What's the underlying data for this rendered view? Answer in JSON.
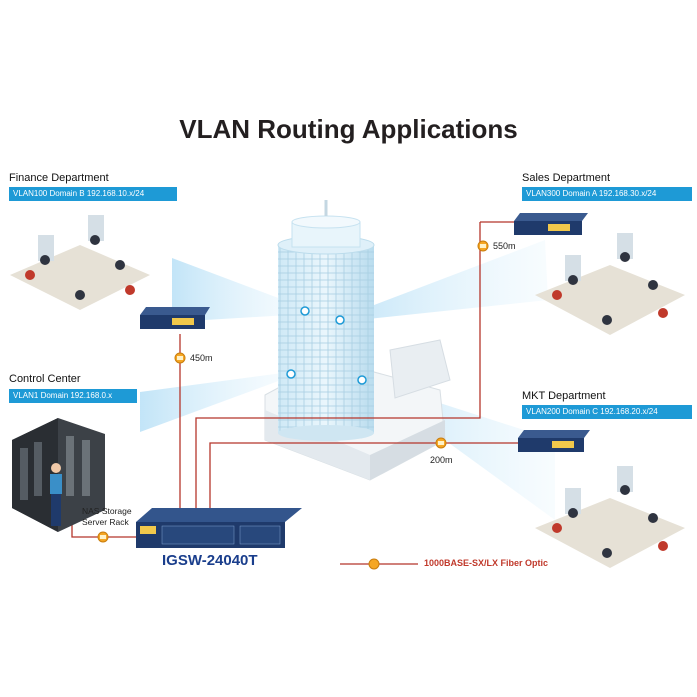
{
  "title": "VLAN Routing Applications",
  "departments": {
    "finance": {
      "name": "Finance Department",
      "vlan": "VLAN100 Domain B 192.168.10.x/24"
    },
    "control": {
      "name": "Control Center",
      "vlan": "VLAN1 Domain 192.168.0.x"
    },
    "sales": {
      "name": "Sales Department",
      "vlan": "VLAN300 Domain A 192.168.30.x/24"
    },
    "mkt": {
      "name": "MKT Department",
      "vlan": "VLAN200 Domain C 192.168.20.x/24"
    }
  },
  "distances": {
    "finance": "450m",
    "sales": "550m",
    "mkt": "200m"
  },
  "nas_label": [
    "NAS Storage",
    "Server Rack"
  ],
  "core_switch": "IGSW-24040T",
  "legend": "1000BASE-SX/LX Fiber Optic",
  "colors": {
    "vlan_bar": "#1e9ad6",
    "fiber": "#b5352b",
    "sfp": "#f5a623",
    "switch": "#1f3a6b",
    "beam": "#9fd3ef"
  },
  "icons": [
    "building-icon",
    "office-cluster-icon",
    "switch-icon",
    "server-rack-icon",
    "technician-icon",
    "sfp-connector-icon"
  ]
}
